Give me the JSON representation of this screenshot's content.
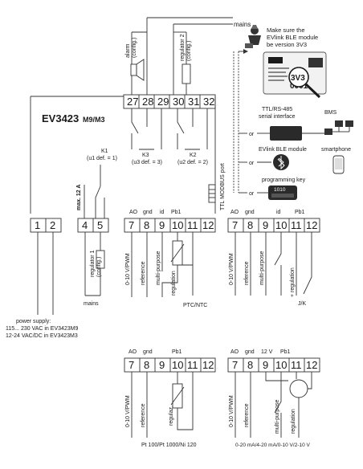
{
  "header": {
    "mains_top": "mains",
    "alarm": "alarm",
    "alarm_config": "(config.)",
    "regulator2": "regulator 2",
    "regulator2_config": "(config.)"
  },
  "top_terminals": [
    "27",
    "28",
    "29",
    "30",
    "31",
    "32"
  ],
  "device": {
    "model": "EV3423",
    "model_suffix": "M9/M3",
    "k1": "K1",
    "k1_def": "(u1 def. = 1)",
    "k3": "K3",
    "k3_def": "(u3 def. = 3)",
    "k2": "K2",
    "k2_def": "(u2 def. = 2)",
    "max_current": "max. 12 A",
    "ttl_port": "TTL MODBUS port"
  },
  "bottom_terminals": [
    "1",
    "2",
    "4",
    "5",
    "7",
    "8",
    "9",
    "10",
    "11",
    "12"
  ],
  "bottom_header": {
    "ao": "AO",
    "gnd": "gnd",
    "id": "id",
    "pb1": "Pb1"
  },
  "left_bottom": {
    "reg1": "regulator 1",
    "reg1_config": "(config.)",
    "mains": "mains",
    "power_supply": "power supply:",
    "ps_line1": "115... 230 VAC in EV3423M9",
    "ps_line2": "12-24 VAC/DC in EV3423M3"
  },
  "main_signals": {
    "v010": "0-10 V/PWM",
    "reference": "reference",
    "multi": "multi-purpose",
    "regulation": "regulation",
    "ptc_ntc": "PTC/NTC"
  },
  "right_panel": {
    "notice_line1": "Make sure the",
    "notice_line2": "EVlink BLE module",
    "notice_line3": "be version 3V3",
    "badge": "3V3",
    "module_code": "0001",
    "ttl_rs485_1": "TTL/RS-485",
    "ttl_rs485_2": "serial interface",
    "bms": "BMS",
    "or1": "or",
    "evlink": "EVlink BLE module",
    "smartphone": "smartphone",
    "or2": "or",
    "prog_key": "programming key",
    "or3": "or",
    "key_text": "1010",
    "thermocouple": "J/K"
  },
  "right_mid": {
    "ao": "AO",
    "gnd": "gnd",
    "id": "id",
    "pb1": "Pb1",
    "terminals": [
      "7",
      "8",
      "9",
      "10",
      "11",
      "12"
    ],
    "v010": "0-10 V/PWM",
    "reference": "reference",
    "multi": "multi-purpose",
    "regulation": "+ regulation"
  },
  "bottom_left": {
    "ao": "AO",
    "gnd": "gnd",
    "pb1": "Pb1",
    "terminals": [
      "7",
      "8",
      "9",
      "10",
      "11",
      "12"
    ],
    "v010": "0-10 V/PWM",
    "reference": "reference",
    "regulaz": "regulaz.",
    "caption": "Pt 100/Pt 1000/Ni 120"
  },
  "bottom_right": {
    "ao": "AO",
    "gnd": "gnd",
    "v12": "12 V",
    "pb1": "Pb1",
    "terminals": [
      "7",
      "8",
      "9",
      "10",
      "11",
      "12"
    ],
    "v010": "0-10 V/PWM",
    "reference": "reference",
    "multi": "multi-purpose",
    "regulation": "regulation",
    "caption": "0-20 mA/4-20 mA/0-10 V/2-10 V"
  }
}
